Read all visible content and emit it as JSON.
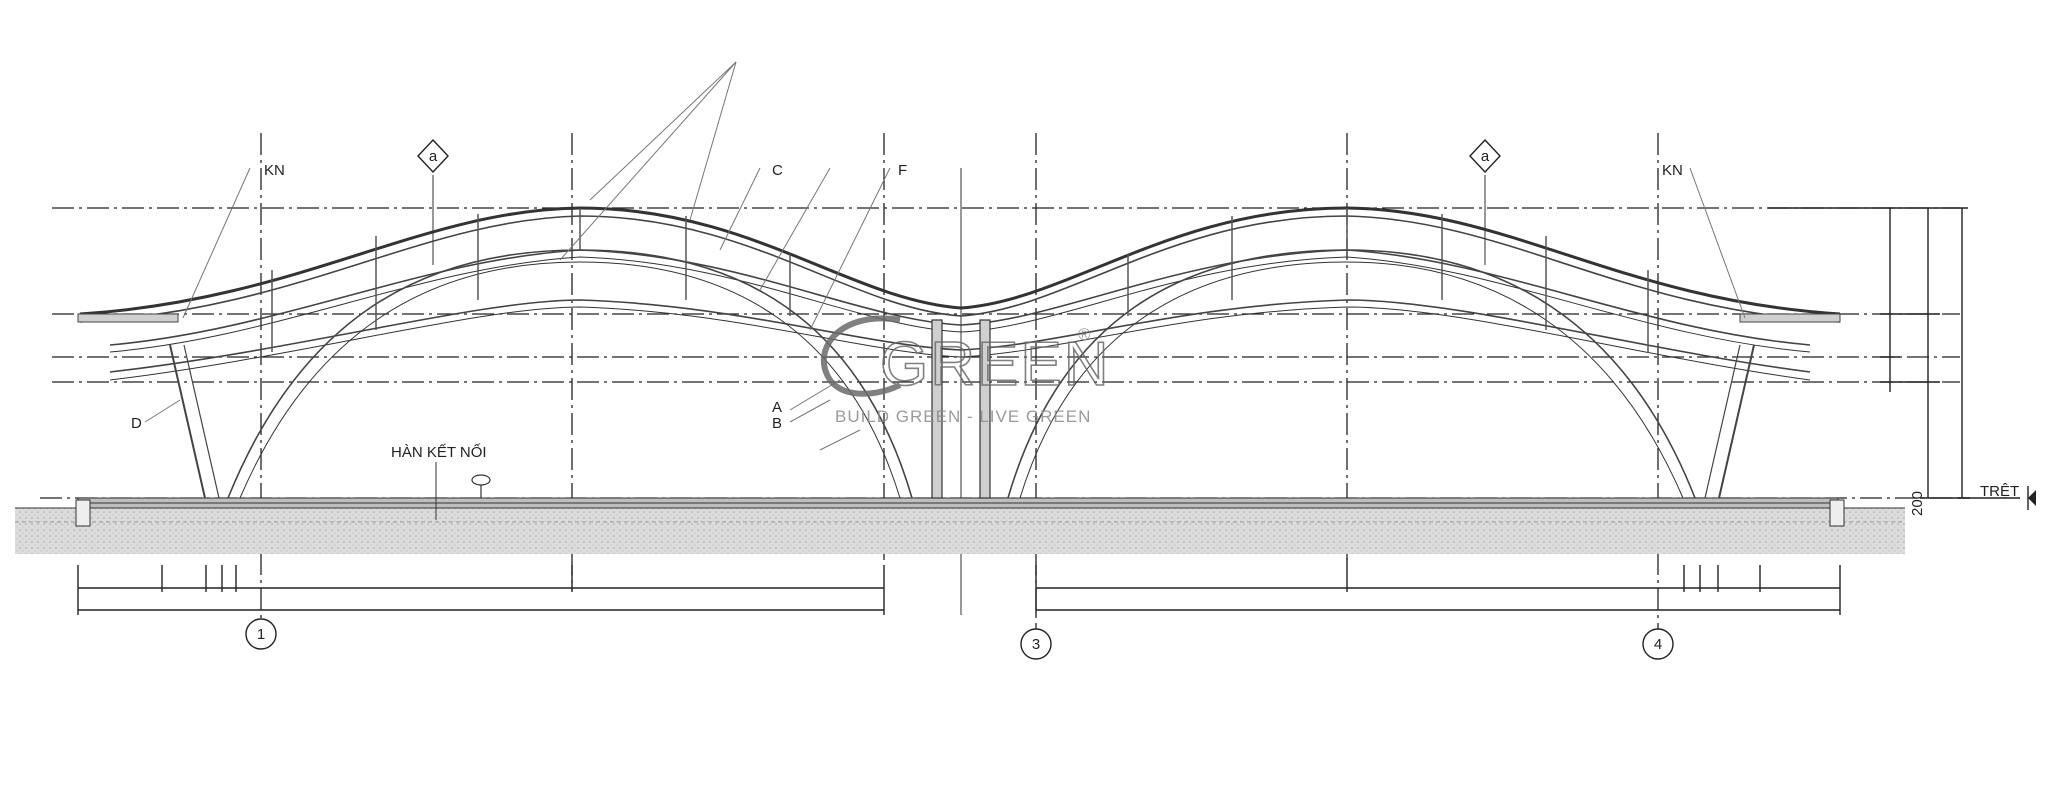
{
  "labels": {
    "kn_left": "KN",
    "kn_right": "KN",
    "section_left": "a",
    "section_right": "a",
    "member_c": "C",
    "member_f": "F",
    "member_d": "D",
    "member_a": "A",
    "member_b": "B",
    "weld_note": "HÀN KẾT NỐI",
    "level_ground": "TRỆT",
    "dim_200": "200"
  },
  "grid_bubbles": {
    "g1": "1",
    "g3": "3",
    "g4": "4"
  },
  "watermark": {
    "brand": "GREEN",
    "registered": "®",
    "slogan": "BUILD GREEN - LIVE GREEN"
  },
  "colors": {
    "ink": "#222222",
    "ground_hatch": "#d9d9d9",
    "watermark": "#6a6a6a"
  }
}
